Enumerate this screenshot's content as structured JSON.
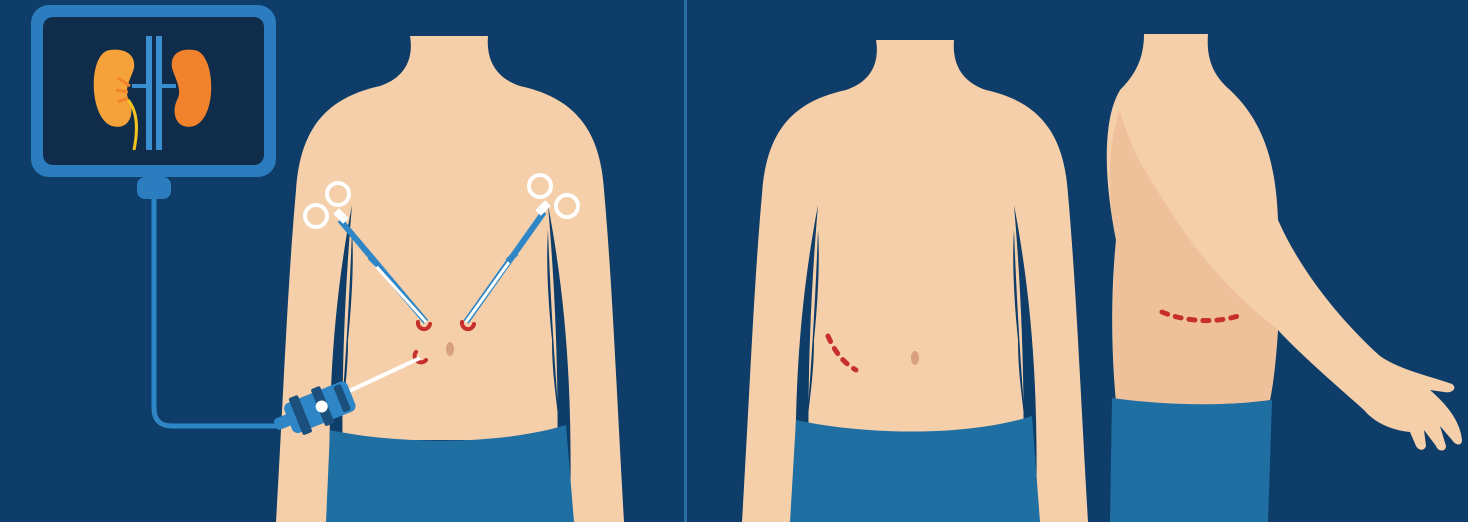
{
  "colors": {
    "background": "#0d3d68",
    "divider": "#2b6ea3",
    "skin": "#f5ceaa",
    "skin_shadow": "#e9b78e",
    "pants": "#1f6fa3",
    "incision": "#c62f2a",
    "instrument_blue": "#2f86c7",
    "instrument_white": "#ffffff",
    "monitor_frame": "#2c7dbf",
    "monitor_screen": "#0f2c4a",
    "kidney": "#f0832c",
    "kidney_light": "#f5a23a",
    "ureter": "#f2c21f",
    "vessel": "#3a8fd0"
  },
  "panels": [
    {
      "id": "laparoscopic",
      "icon": "laparoscopic-surgery-illustration"
    },
    {
      "id": "open-front",
      "icon": "open-surgery-front-illustration"
    },
    {
      "id": "open-side",
      "icon": "open-surgery-side-illustration"
    }
  ],
  "monitor": {
    "icon": "kidney-monitor-icon"
  }
}
